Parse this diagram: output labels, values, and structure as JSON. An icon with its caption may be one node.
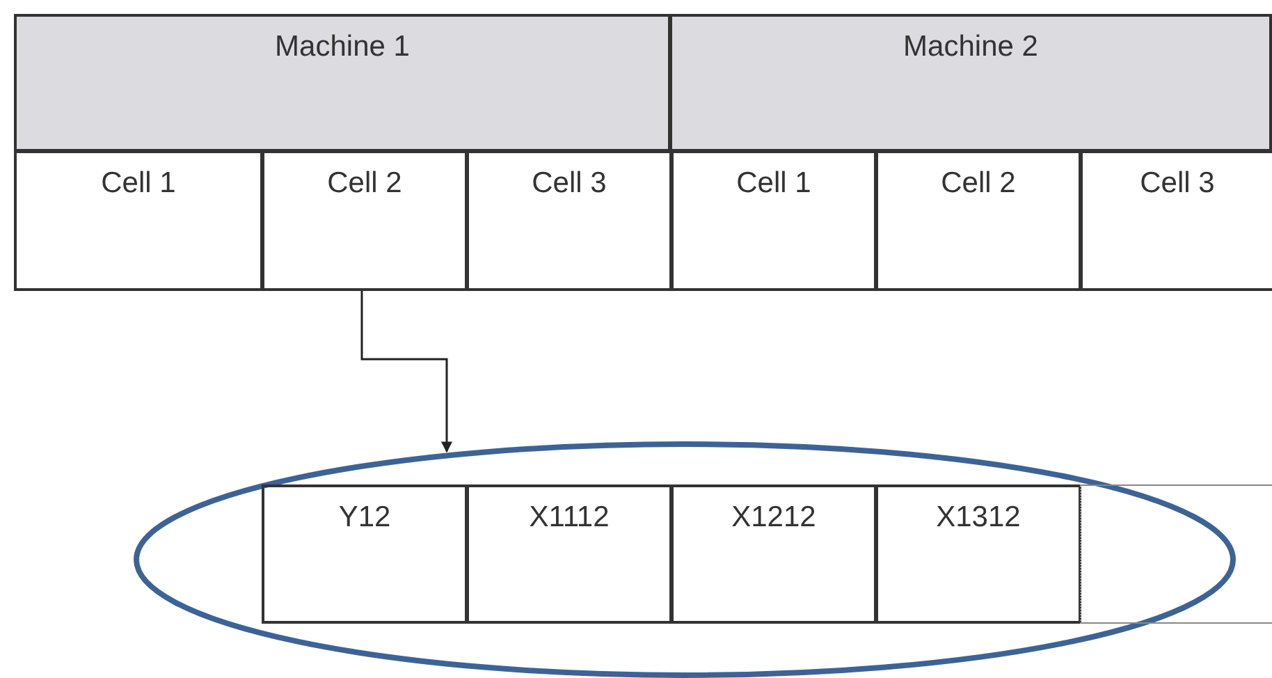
{
  "diagram": {
    "nodes": [
      {
        "text": [
          "Machine 1"
        ]
      },
      {
        "text": [
          "Machine 2"
        ]
      },
      {
        "text": [
          "Cell 1"
        ]
      },
      {
        "text": [
          "Cell 2"
        ]
      },
      {
        "text": [
          "Cell 3"
        ]
      },
      {
        "text": [
          "Cell 1"
        ]
      },
      {
        "text": [
          "Cell 2"
        ]
      },
      {
        "text": [
          "Cell 3"
        ]
      },
      {
        "text": [],
        "shape": "ellipse"
      },
      {
        "text": [
          "Y12"
        ],
        "in": 8
      },
      {
        "text": [
          "X1112"
        ],
        "in": 8
      },
      {
        "text": [
          "X1212"
        ],
        "in": 8
      },
      {
        "text": [
          "X1312"
        ],
        "in": 8
      },
      {
        "text": [],
        "shape": "box"
      }
    ],
    "edges": [
      {
        "from": 3,
        "to": 8,
        "arrow": "to"
      }
    ]
  }
}
